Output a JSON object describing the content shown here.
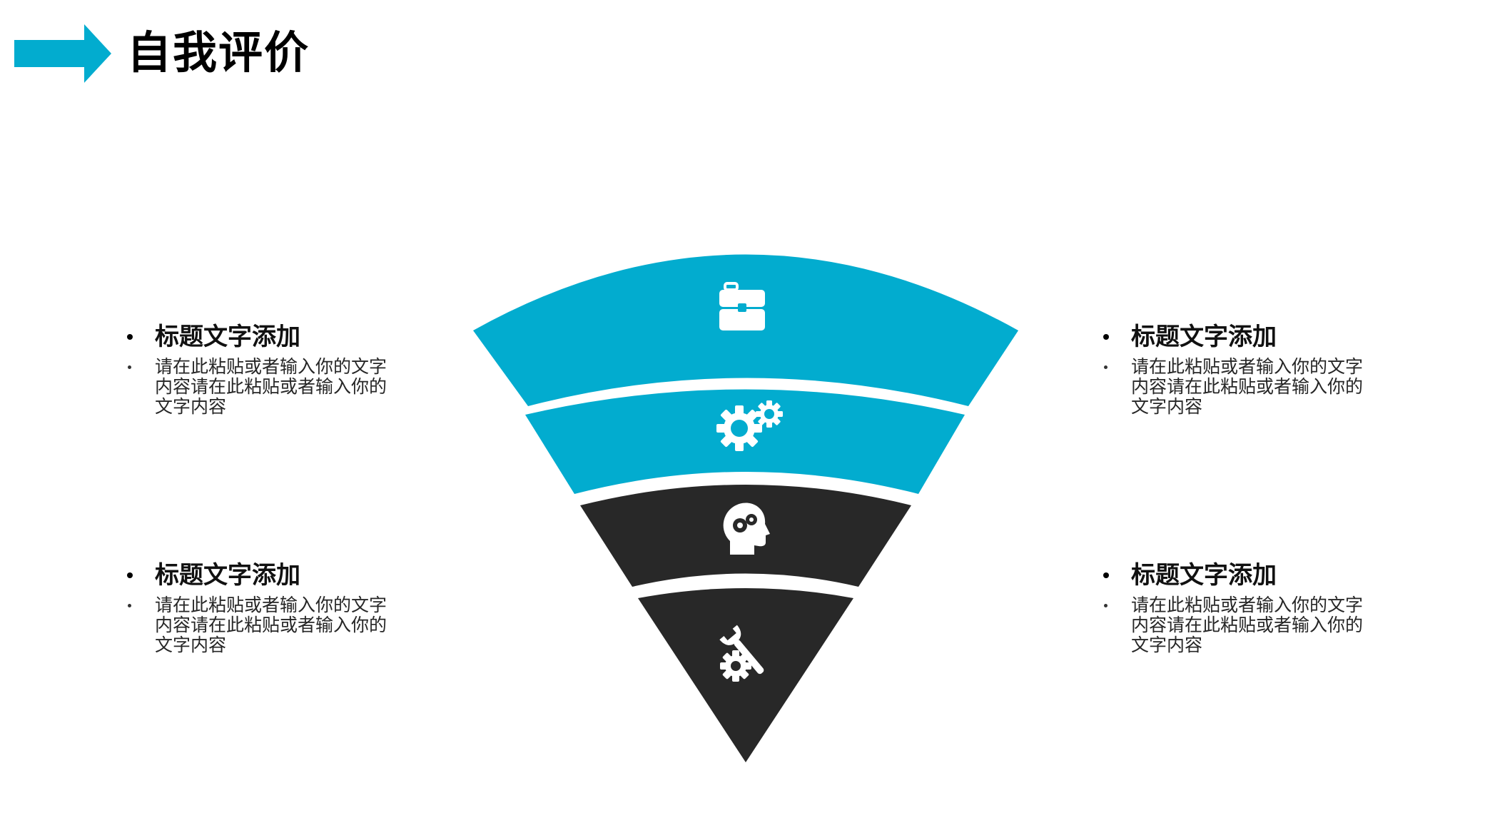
{
  "page": {
    "title": "自我评价"
  },
  "colors": {
    "accent": "#02ACCF",
    "dark": "#282828",
    "white": "#FFFFFF"
  },
  "funnel": {
    "layers": [
      {
        "color": "#02ACCF",
        "icon": "briefcase-icon"
      },
      {
        "color": "#02ACCF",
        "icon": "gears-icon"
      },
      {
        "color": "#282828",
        "icon": "head-gear-icon"
      },
      {
        "color": "#282828",
        "icon": "wrench-gear-icon"
      }
    ]
  },
  "items": [
    {
      "title": "标题文字添加",
      "body": "请在此粘贴或者输入你的文字内容请在此粘贴或者输入你的文字内容"
    },
    {
      "title": "标题文字添加",
      "body": "请在此粘贴或者输入你的文字内容请在此粘贴或者输入你的文字内容"
    },
    {
      "title": "标题文字添加",
      "body": "请在此粘贴或者输入你的文字内容请在此粘贴或者输入你的文字内容"
    },
    {
      "title": "标题文字添加",
      "body": "请在此粘贴或者输入你的文字内容请在此粘贴或者输入你的文字内容"
    }
  ]
}
